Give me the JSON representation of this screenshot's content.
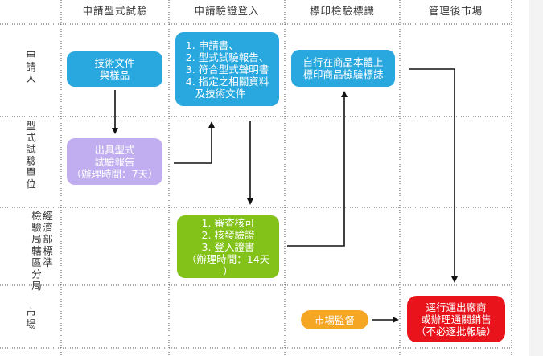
{
  "columns": [
    "申請型式試驗",
    "申請驗證登入",
    "標印檢驗標識",
    "管理後市場"
  ],
  "rows": {
    "applicant": "申請人",
    "test_lab": "型式試驗單位",
    "bureau_a": "經濟部標準",
    "bureau_b": "檢驗局轄區分局",
    "market": "市場"
  },
  "boxes": {
    "tech_docs": [
      "技術文件",
      "與樣品"
    ],
    "apply_docs": [
      "1. 申請書、",
      "2. 型式試驗報告、",
      "3. 符合型式聲明書",
      "4. 指定之相關資料",
      "   及技術文件"
    ],
    "label_mark": [
      "自行在商品本體上",
      "標印商品檢驗標誌"
    ],
    "test_report": [
      "出具型式",
      "試驗報告",
      "（辦理時間：7天）"
    ],
    "review": [
      "1. 審查核可",
      "2. 核發驗證",
      "3. 登入證書",
      "（辦理時間：14天",
      "）"
    ],
    "market_supervision": "市場監督",
    "export_sale": [
      "逕行運出廠商",
      "或辦理通關銷售",
      "（不必逐批報驗）"
    ]
  },
  "colors": {
    "blue": "#29a8df",
    "purple": "#c0aef0",
    "green": "#82c219",
    "orange": "#f5a623",
    "red": "#e8131b",
    "grid": "#555555"
  }
}
